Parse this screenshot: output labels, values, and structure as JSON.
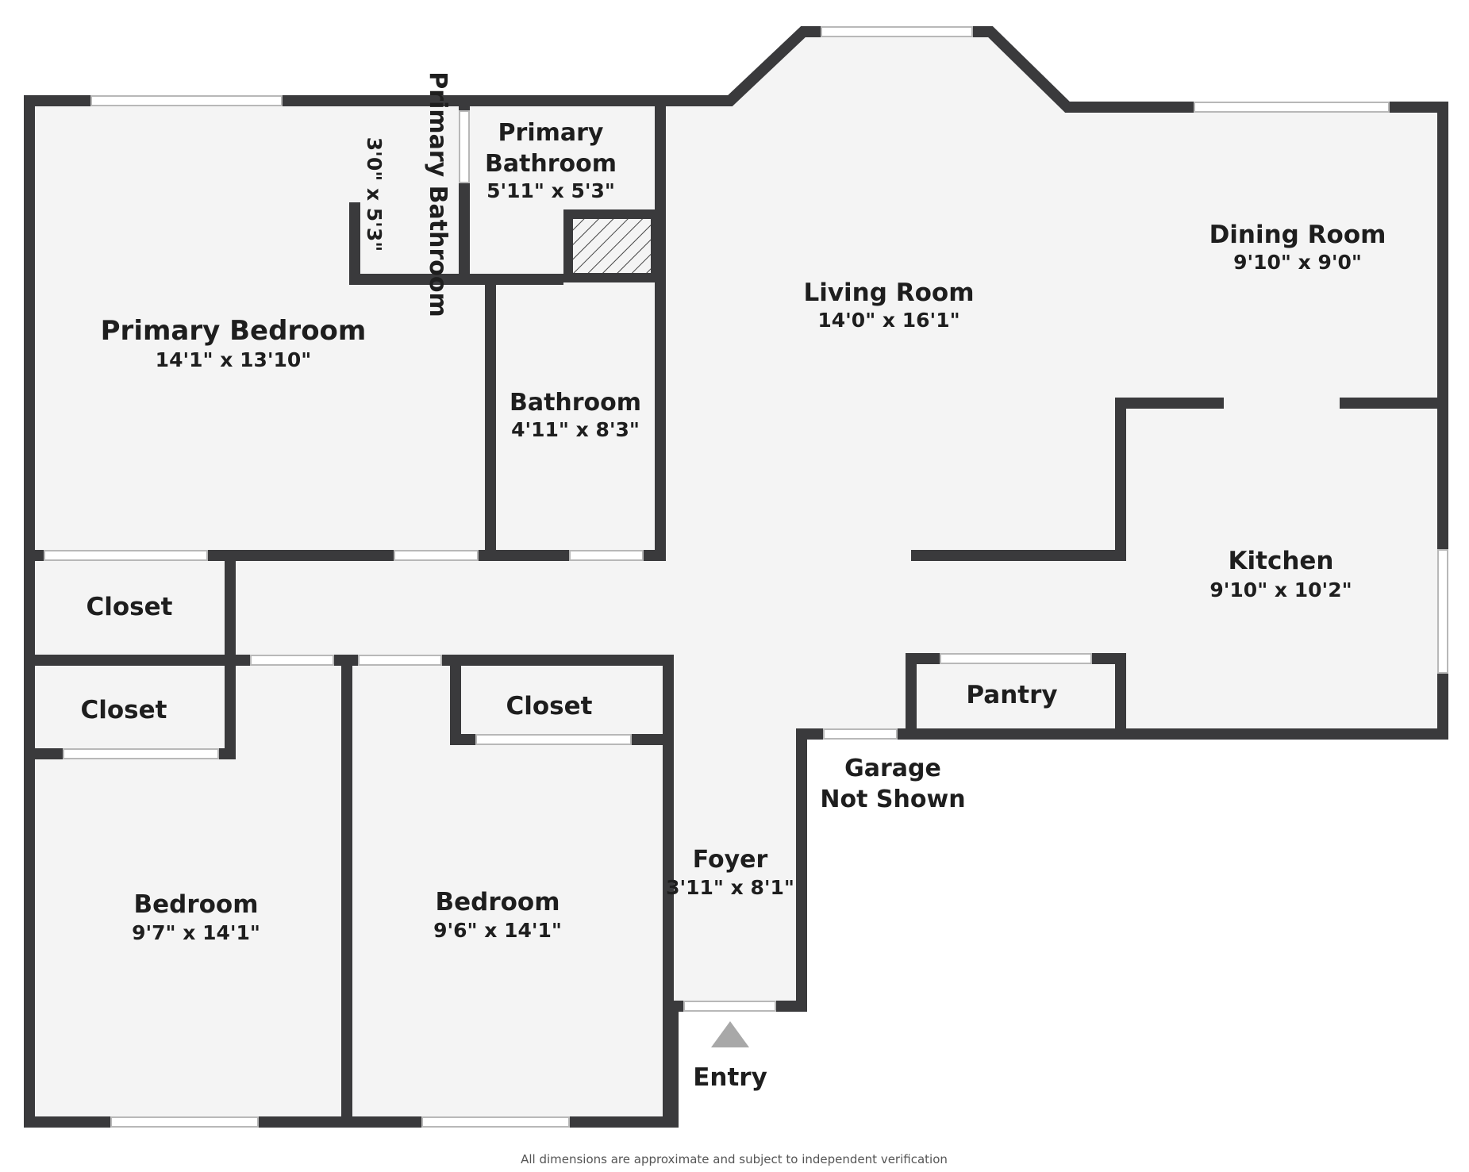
{
  "plan": {
    "rooms": [
      {
        "id": "primary-bedroom",
        "name": "Primary Bedroom",
        "dims": "14'1\" x 13'10\""
      },
      {
        "id": "primary-bathroom-small",
        "name": "Primary Bathroom",
        "dims": "3'0\" x 5'3\""
      },
      {
        "id": "primary-bathroom",
        "name": "Primary Bathroom",
        "dims": "5'11\" x 5'3\""
      },
      {
        "id": "bathroom",
        "name": "Bathroom",
        "dims": "4'11\" x 8'3\""
      },
      {
        "id": "living-room",
        "name": "Living Room",
        "dims": "14'0\" x 16'1\""
      },
      {
        "id": "dining-room",
        "name": "Dining Room",
        "dims": "9'10\" x 9'0\""
      },
      {
        "id": "kitchen",
        "name": "Kitchen",
        "dims": "9'10\" x 10'2\""
      },
      {
        "id": "pantry",
        "name": "Pantry",
        "dims": ""
      },
      {
        "id": "closet-1",
        "name": "Closet",
        "dims": ""
      },
      {
        "id": "closet-2",
        "name": "Closet",
        "dims": ""
      },
      {
        "id": "closet-3",
        "name": "Closet",
        "dims": ""
      },
      {
        "id": "bedroom-1",
        "name": "Bedroom",
        "dims": "9'7\" x 14'1\""
      },
      {
        "id": "bedroom-2",
        "name": "Bedroom",
        "dims": "9'6\" x 14'1\""
      },
      {
        "id": "foyer",
        "name": "Foyer",
        "dims": "3'11\" x 8'1\""
      }
    ],
    "garage_line1": "Garage",
    "garage_line2": "Not Shown",
    "entry_label": "Entry",
    "disclaimer": "All dimensions are approximate and subject to independent verification"
  },
  "colors": {
    "wall": "#3a3a3c",
    "floor": "#f4f4f4",
    "entry_marker": "#a8a8a8"
  }
}
